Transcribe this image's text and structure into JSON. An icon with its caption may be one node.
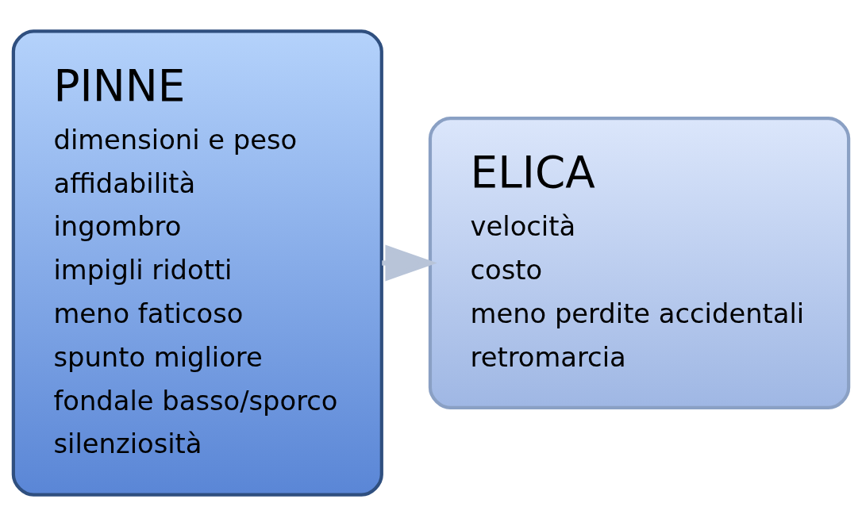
{
  "diagram": {
    "nodes": [
      {
        "text": [
          "PINNE",
          "dimensioni e peso",
          "affidabilità",
          "ingombro",
          "impigli ridotti",
          "meno faticoso",
          "spunto migliore",
          "fondale basso/sporco",
          "silenziosità"
        ]
      },
      {
        "text": [
          "ELICA",
          "velocità",
          "costo",
          "meno perdite accidentali",
          "retromarcia"
        ]
      }
    ],
    "edges": [
      {
        "from": 0,
        "to": 1,
        "arrow": "to"
      }
    ]
  }
}
